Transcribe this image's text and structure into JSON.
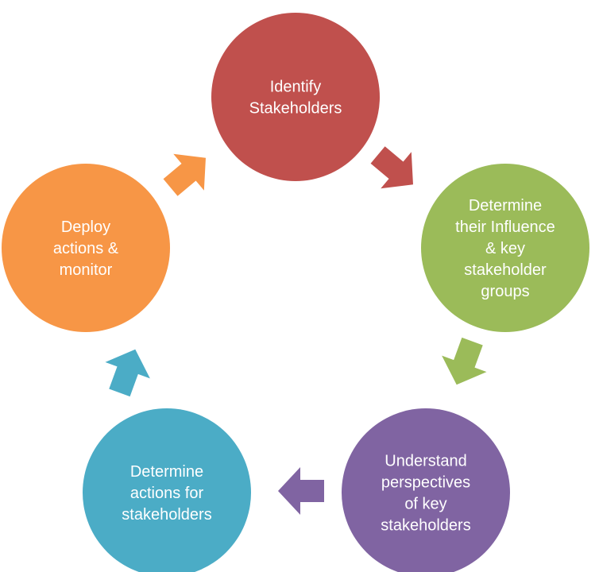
{
  "diagram": {
    "type": "cycle",
    "nodes": [
      {
        "id": "identify",
        "lines": [
          "Identify",
          "Stakeholders"
        ],
        "color": "#c0504d"
      },
      {
        "id": "influence",
        "lines": [
          "Determine",
          "their Influence",
          "& key",
          "stakeholder",
          "groups"
        ],
        "color": "#9bbb59"
      },
      {
        "id": "perspectives",
        "lines": [
          "Understand",
          "perspectives",
          "of key",
          "stakeholders"
        ],
        "color": "#8064a2"
      },
      {
        "id": "actions",
        "lines": [
          "Determine",
          "actions for",
          "stakeholders"
        ],
        "color": "#4bacc6"
      },
      {
        "id": "deploy",
        "lines": [
          "Deploy",
          "actions &",
          "monitor"
        ],
        "color": "#f79646"
      }
    ],
    "arrows": [
      {
        "from": "identify",
        "to": "influence",
        "color": "#c0504d"
      },
      {
        "from": "influence",
        "to": "perspectives",
        "color": "#9bbb59"
      },
      {
        "from": "perspectives",
        "to": "actions",
        "color": "#8064a2"
      },
      {
        "from": "actions",
        "to": "deploy",
        "color": "#4bacc6"
      },
      {
        "from": "deploy",
        "to": "identify",
        "color": "#f79646"
      }
    ]
  }
}
